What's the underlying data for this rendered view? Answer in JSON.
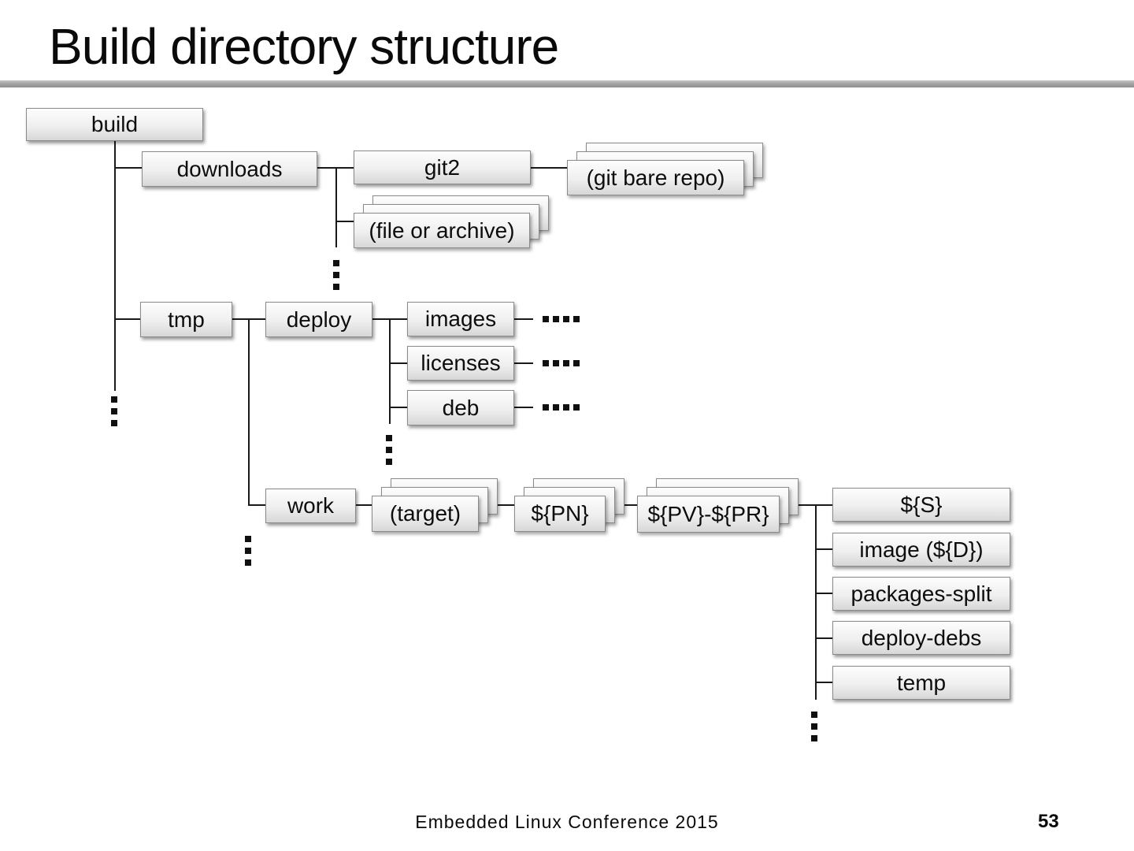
{
  "slide": {
    "title": "Build directory structure",
    "footer": {
      "conference": "Embedded Linux Conference 2015",
      "page_number": "53"
    }
  },
  "diagram": {
    "nodes": {
      "build": "build",
      "downloads": "downloads",
      "git2": "git2",
      "git_bare_repo": "(git bare repo)",
      "file_or_archive": "(file or archive)",
      "tmp": "tmp",
      "deploy": "deploy",
      "images": "images",
      "licenses": "licenses",
      "deb": "deb",
      "work": "work",
      "target": "(target)",
      "pn": "${PN}",
      "pv_pr": "${PV}-${PR}",
      "s": "${S}",
      "image_d": "image (${D})",
      "packages_split": "packages-split",
      "deploy_debs": "deploy-debs",
      "temp": "temp"
    }
  },
  "colors": {
    "box_border": "#8a8a8a",
    "box_fill_top": "#fdfdfd",
    "box_fill_bottom": "#d7d7d7",
    "connector_line": "#1a1a1a",
    "title_rule": "#9a9a9a",
    "background": "#ffffff",
    "text": "#0a0a0a"
  }
}
